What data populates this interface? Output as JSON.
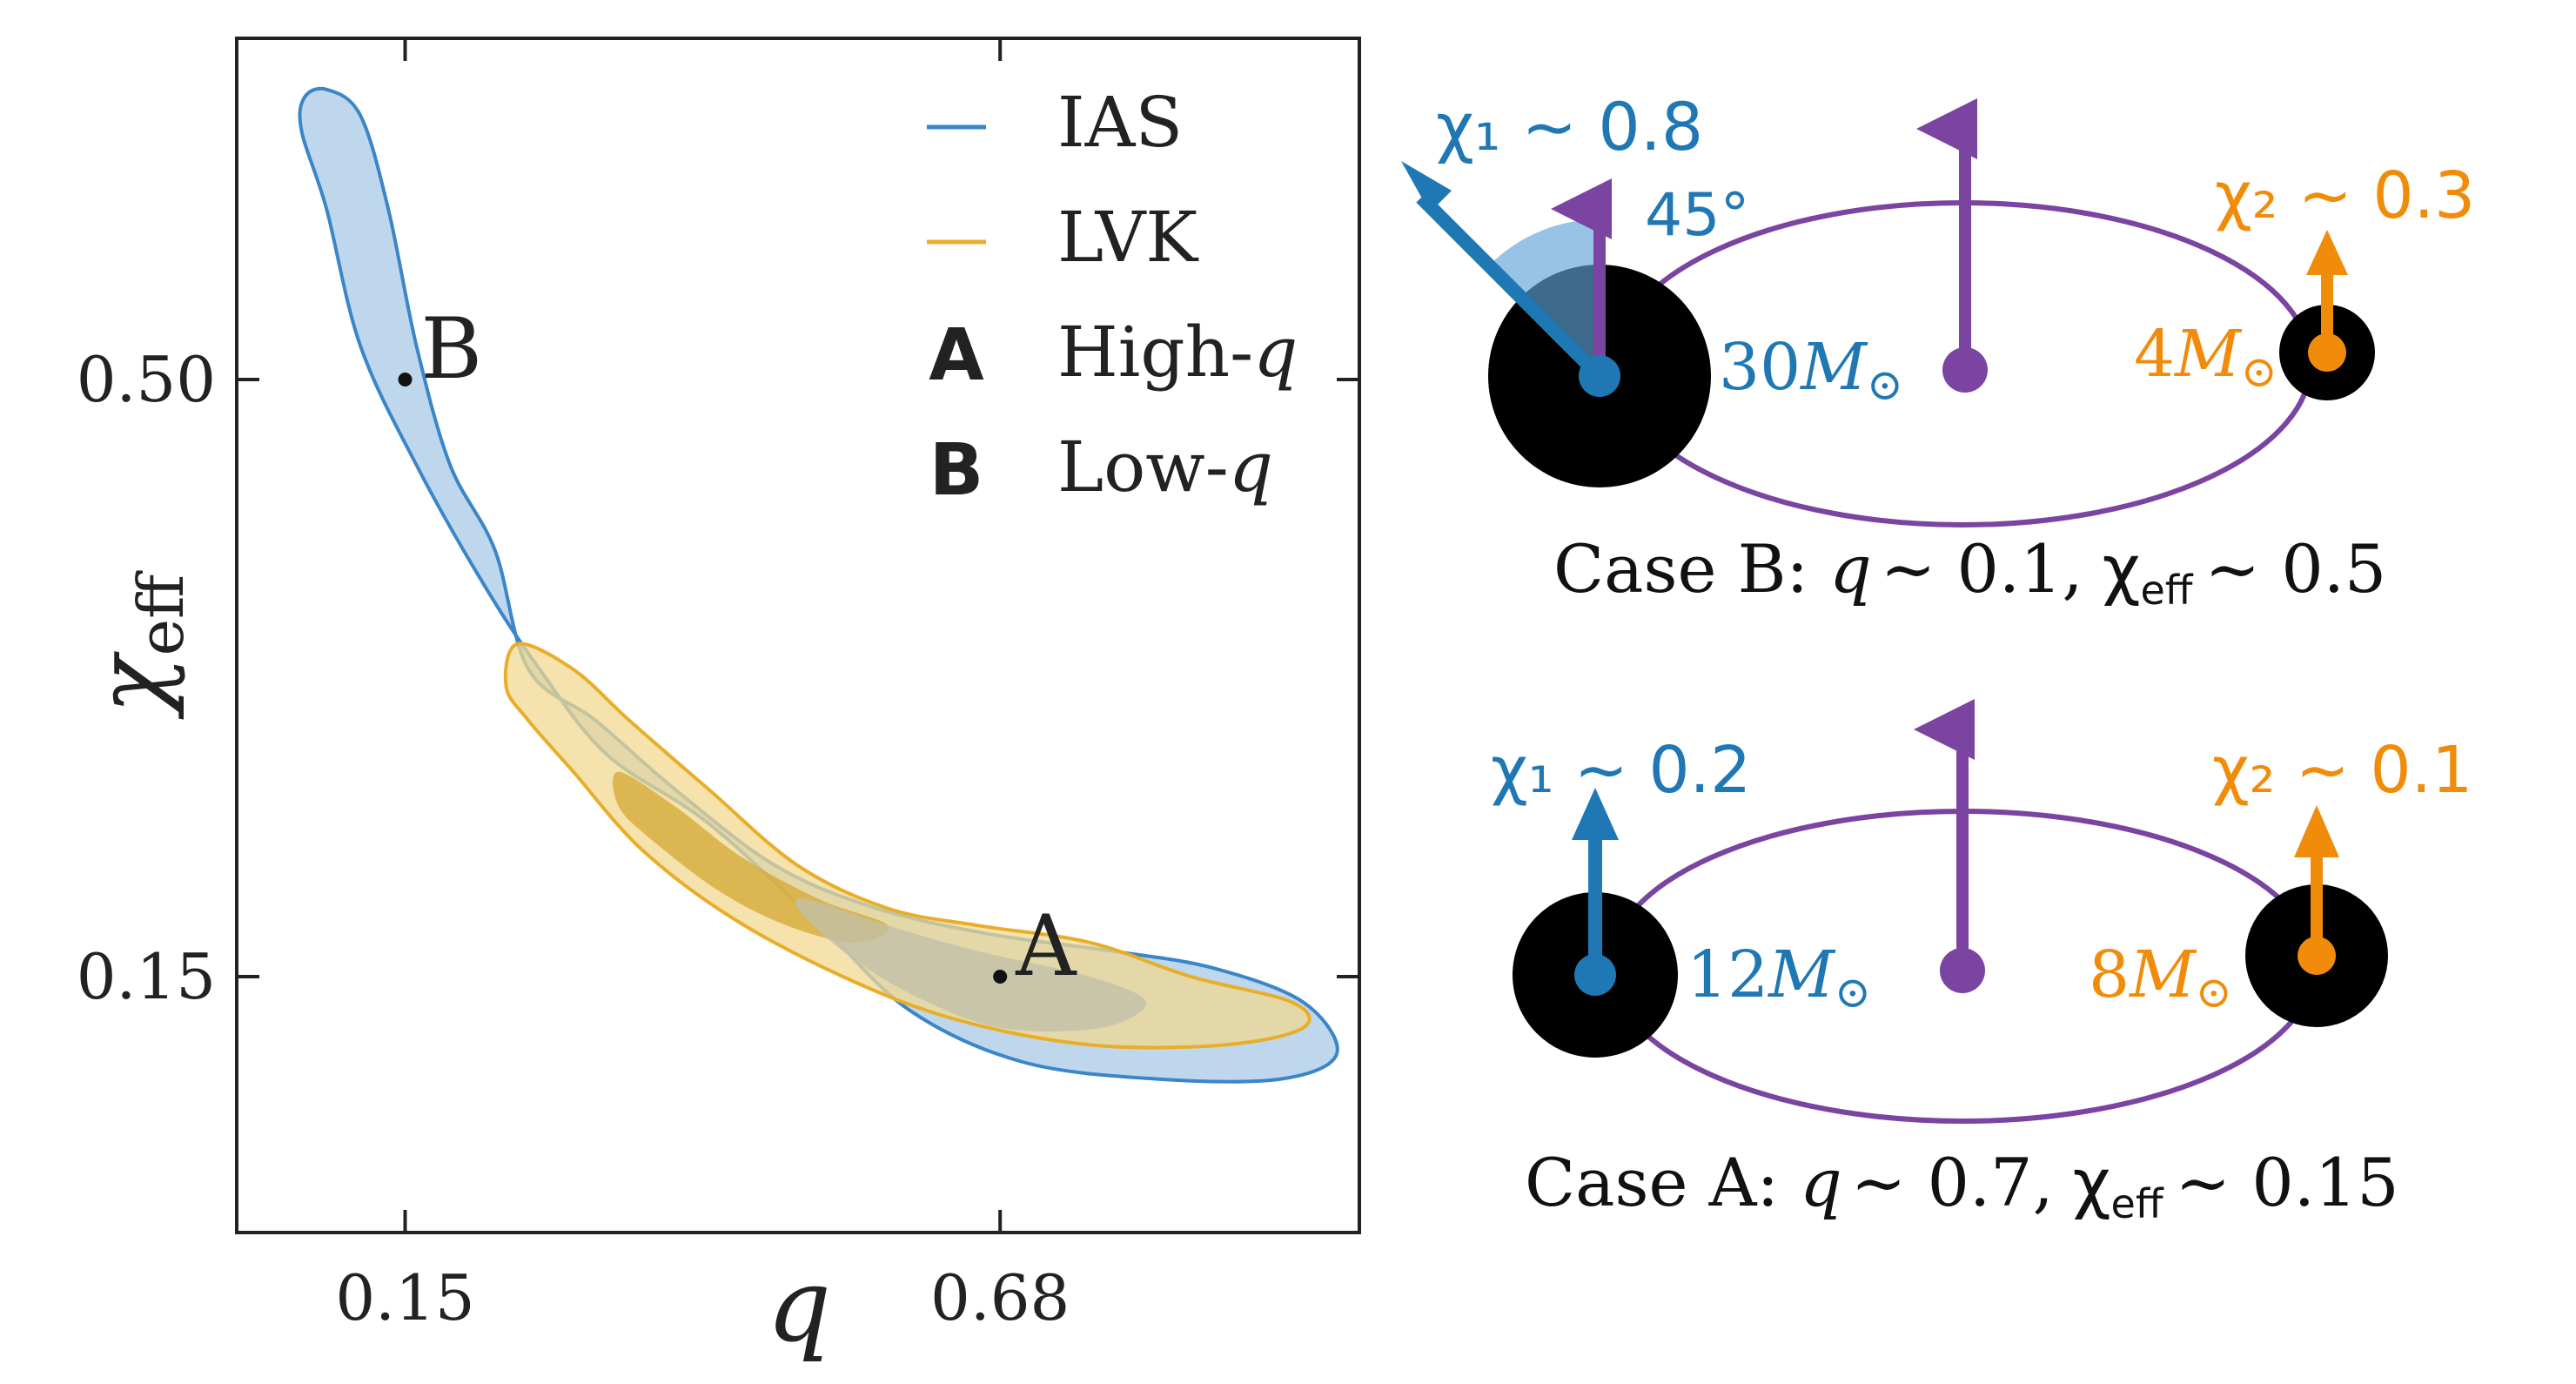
{
  "chart_data": {
    "type": "contour",
    "xlabel": "q",
    "ylabel": "χ",
    "ylabel_sub": "eff",
    "xticks": [
      {
        "value": 0.15,
        "label": "0.15"
      },
      {
        "value": 0.68,
        "label": "0.68"
      }
    ],
    "yticks": [
      {
        "value": 0.5,
        "label": "0.50"
      },
      {
        "value": 0.15,
        "label": "0.15"
      }
    ],
    "xlim": [
      0.0,
      1.0
    ],
    "ylim": [
      0.0,
      0.7
    ],
    "legend_position": "top-right",
    "series": [
      {
        "name": "IAS",
        "color": "#3a86c8",
        "fill": "#a9c9e6",
        "region": [
          [
            0.06,
            0.665
          ],
          [
            0.08,
            0.67
          ],
          [
            0.11,
            0.655
          ],
          [
            0.135,
            0.6
          ],
          [
            0.16,
            0.52
          ],
          [
            0.19,
            0.45
          ],
          [
            0.23,
            0.4
          ],
          [
            0.26,
            0.33
          ],
          [
            0.32,
            0.3
          ],
          [
            0.39,
            0.26
          ],
          [
            0.48,
            0.215
          ],
          [
            0.57,
            0.19
          ],
          [
            0.67,
            0.175
          ],
          [
            0.78,
            0.165
          ],
          [
            0.87,
            0.155
          ],
          [
            0.95,
            0.135
          ],
          [
            0.98,
            0.105
          ],
          [
            0.93,
            0.09
          ],
          [
            0.82,
            0.09
          ],
          [
            0.7,
            0.1
          ],
          [
            0.6,
            0.13
          ],
          [
            0.52,
            0.18
          ],
          [
            0.42,
            0.24
          ],
          [
            0.33,
            0.28
          ],
          [
            0.27,
            0.33
          ],
          [
            0.22,
            0.38
          ],
          [
            0.16,
            0.45
          ],
          [
            0.11,
            0.52
          ],
          [
            0.08,
            0.6
          ],
          [
            0.058,
            0.645
          ]
        ]
      },
      {
        "name": "LVK",
        "color": "#e8ae2a",
        "fill": "#f2d891",
        "region": [
          [
            0.25,
            0.345
          ],
          [
            0.3,
            0.33
          ],
          [
            0.35,
            0.3
          ],
          [
            0.42,
            0.26
          ],
          [
            0.5,
            0.215
          ],
          [
            0.58,
            0.19
          ],
          [
            0.66,
            0.18
          ],
          [
            0.76,
            0.17
          ],
          [
            0.85,
            0.15
          ],
          [
            0.94,
            0.135
          ],
          [
            0.95,
            0.12
          ],
          [
            0.88,
            0.11
          ],
          [
            0.76,
            0.11
          ],
          [
            0.64,
            0.125
          ],
          [
            0.54,
            0.15
          ],
          [
            0.44,
            0.185
          ],
          [
            0.36,
            0.225
          ],
          [
            0.3,
            0.27
          ],
          [
            0.26,
            0.3
          ],
          [
            0.24,
            0.32
          ]
        ]
      }
    ],
    "inner_regions": [
      {
        "name": "LVK-core",
        "fill": "#d6ab3a",
        "points": [
          [
            0.34,
            0.27
          ],
          [
            0.39,
            0.25
          ],
          [
            0.45,
            0.22
          ],
          [
            0.52,
            0.195
          ],
          [
            0.58,
            0.18
          ],
          [
            0.55,
            0.17
          ],
          [
            0.49,
            0.18
          ],
          [
            0.43,
            0.2
          ],
          [
            0.37,
            0.23
          ],
          [
            0.34,
            0.25
          ]
        ]
      },
      {
        "name": "IAS-core",
        "fill": "#c2c0a8",
        "points": [
          [
            0.51,
            0.195
          ],
          [
            0.58,
            0.18
          ],
          [
            0.66,
            0.165
          ],
          [
            0.76,
            0.15
          ],
          [
            0.81,
            0.135
          ],
          [
            0.77,
            0.12
          ],
          [
            0.68,
            0.12
          ],
          [
            0.6,
            0.14
          ],
          [
            0.54,
            0.165
          ],
          [
            0.5,
            0.19
          ]
        ]
      }
    ],
    "points": [
      {
        "name": "B",
        "x": 0.15,
        "y": 0.5
      },
      {
        "name": "A",
        "x": 0.68,
        "y": 0.15
      }
    ],
    "legend": [
      {
        "kind": "line",
        "label": "IAS",
        "color": "#3a86c8"
      },
      {
        "kind": "line",
        "label": "LVK",
        "color": "#e8ae2a"
      },
      {
        "kind": "symbol",
        "symbol": "A",
        "label": "High-",
        "label_var": "q"
      },
      {
        "kind": "symbol",
        "symbol": "B",
        "label": "Low-",
        "label_var": "q"
      }
    ]
  },
  "diagrams": {
    "caseB": {
      "chi1": "χ₁ ∼ 0.8",
      "angle": "45°",
      "mass1": "30",
      "mass2": "4",
      "mass_unit": "M",
      "mass_sub": "⊙",
      "chi2": "χ₂ ∼ 0.3",
      "caption_prefix": "Case B:",
      "caption_q": "q",
      "caption_q_val": "∼ 0.1,",
      "caption_chi": "χ",
      "caption_chi_sub": "eff",
      "caption_chi_val": "∼ 0.5"
    },
    "caseA": {
      "chi1": "χ₁ ∼ 0.2",
      "mass1": "12",
      "mass2": "8",
      "mass_unit": "M",
      "mass_sub": "⊙",
      "chi2": "χ₂ ∼ 0.1",
      "caption_prefix": "Case A:",
      "caption_q": "q",
      "caption_q_val": "∼ 0.7,",
      "caption_chi": "χ",
      "caption_chi_sub": "eff",
      "caption_chi_val": "∼ 0.15"
    }
  },
  "colors": {
    "blue": "#1f78b4",
    "orange": "#f08c0a",
    "purple": "#7a44a0",
    "black": "#000000"
  }
}
